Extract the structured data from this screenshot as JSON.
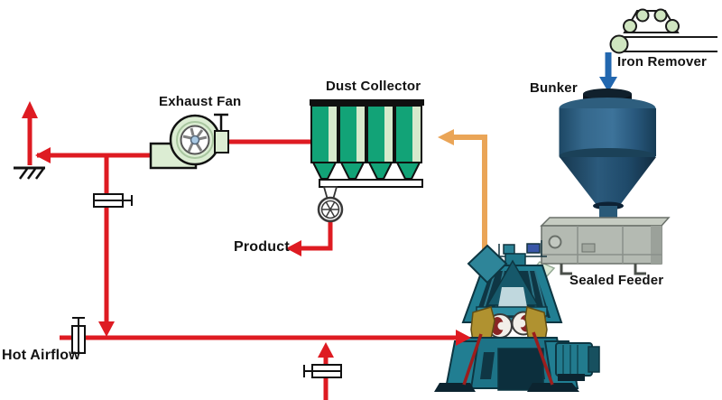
{
  "diagram": {
    "labels": {
      "exhaust_fan": "Exhaust Fan",
      "dust_collector": "Dust Collector",
      "bunker": "Bunker",
      "iron_remover": "Iron Remover",
      "sealed_feeder": "Sealed Feeder",
      "product": "Product",
      "hot_airflow": "Hot Airflow"
    },
    "colors": {
      "flow_red": "#de1b22",
      "flow_orange": "#eaa557",
      "flow_blue": "#2267af",
      "collector_green": "#12a377",
      "pale_green": "#d7e9cc",
      "fan_green": "#dcedd3",
      "bunker_teal": "#2c6180",
      "mill_teal": "#217e92",
      "feeder_gray": "#b4bab2"
    },
    "components": [
      "iron-remover-conveyor",
      "bunker",
      "sealed-feeder",
      "vertical-mill",
      "dust-collector",
      "exhaust-fan",
      "rotary-valve",
      "exhaust-stack",
      "damper-valves",
      "hot-airflow-piping"
    ]
  }
}
